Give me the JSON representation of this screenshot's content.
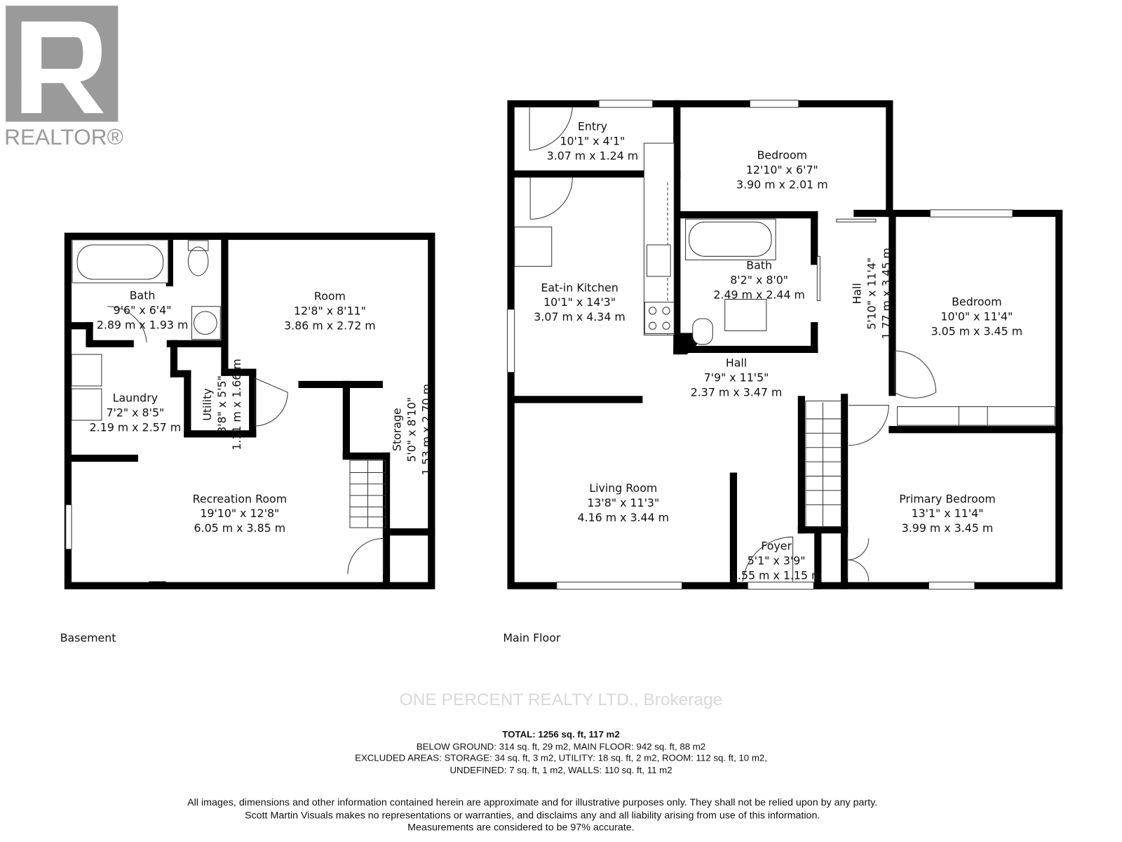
{
  "logo": {
    "text": "REALTOR®",
    "color": "#9a9a9a"
  },
  "floors": {
    "basement": {
      "label": "Basement",
      "rooms": [
        {
          "name": "Bath",
          "imperial": "9'6\" x 6'4\"",
          "metric": "2.89 m x 1.93 m"
        },
        {
          "name": "Room",
          "imperial": "12'8\" x 8'11\"",
          "metric": "3.86 m x 2.72 m"
        },
        {
          "name": "Laundry",
          "imperial": "7'2\" x 8'5\"",
          "metric": "2.19 m x 2.57 m"
        },
        {
          "name": "Utility",
          "imperial": "3'8\" x 5'5\"",
          "metric": "1.11 m x 1.66 m"
        },
        {
          "name": "Recreation Room",
          "imperial": "19'10\" x 12'8\"",
          "metric": "6.05 m x 3.85 m"
        },
        {
          "name": "Storage",
          "imperial": "5'0\" x 8'10\"",
          "metric": "1.53 m x 2.70 m"
        }
      ]
    },
    "main": {
      "label": "Main Floor",
      "rooms": [
        {
          "name": "Entry",
          "imperial": "10'1\" x 4'1\"",
          "metric": "3.07 m x 1.24 m"
        },
        {
          "name": "Bedroom",
          "imperial": "12'10\" x 6'7\"",
          "metric": "3.90 m x 2.01 m"
        },
        {
          "name": "Eat-in Kitchen",
          "imperial": "10'1\" x 14'3\"",
          "metric": "3.07 m x 4.34 m"
        },
        {
          "name": "Bath",
          "imperial": "8'2\" x 8'0\"",
          "metric": "2.49 m x 2.44 m"
        },
        {
          "name": "Hall",
          "imperial": "5'10\" x 11'4\"",
          "metric": "1.77 m x 3.45 m"
        },
        {
          "name": "Hall",
          "imperial": "7'9\" x 11'5\"",
          "metric": "2.37 m x 3.47 m"
        },
        {
          "name": "Bedroom",
          "imperial": "10'0\" x 11'4\"",
          "metric": "3.05 m x 3.45 m"
        },
        {
          "name": "Living Room",
          "imperial": "13'8\" x 11'3\"",
          "metric": "4.16 m x 3.44 m"
        },
        {
          "name": "Foyer",
          "imperial": "5'1\" x 3'9\"",
          "metric": "1.55 m x 1.15 m"
        },
        {
          "name": "Primary Bedroom",
          "imperial": "13'1\" x 11'4\"",
          "metric": "3.99 m x 3.45 m"
        }
      ]
    }
  },
  "summary": {
    "total": "TOTAL: 1256 sq. ft, 117 m2",
    "lines": [
      "BELOW GROUND: 314 sq. ft, 29 m2, MAIN FLOOR: 942 sq. ft, 88 m2",
      "EXCLUDED AREAS: STORAGE: 34 sq. ft, 3 m2, UTILITY: 18 sq. ft, 2 m2, ROOM: 112 sq. ft, 10 m2,",
      "UNDEFINED: 7 sq. ft, 1 m2, WALLS: 110 sq. ft, 11 m2"
    ]
  },
  "watermark": "ONE PERCENT REALTY LTD., Brokerage",
  "disclaimer": [
    "All images, dimensions and other information contained herein are approximate and for illustrative purposes only. They shall not be relied upon by any party.",
    "Scott Martin Visuals makes no representations or warranties, and disclaims any and all liability arising from use of this information.",
    "Measurements are considered to be 97% accurate."
  ]
}
